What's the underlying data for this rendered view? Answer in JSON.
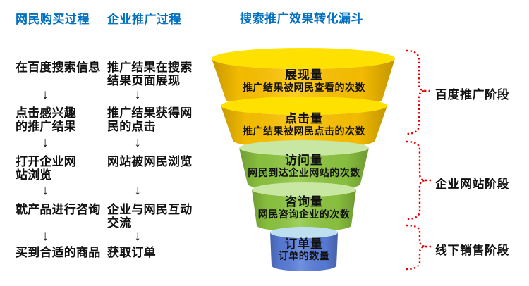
{
  "canvas": {
    "background": "#ffffff"
  },
  "headers": {
    "color": "#0070C0",
    "netizen": "网民购买过程",
    "enterprise": "企业推广过程",
    "funnel": "搜索推广效果转化漏斗"
  },
  "glyphs": {
    "down_arrow": "↓"
  },
  "columns": {
    "netizen": {
      "steps": [
        "在百度搜索信息",
        "点击感兴趣\n的推广结果",
        "打开企业网\n站浏览",
        "就产品进行咨询",
        "买到合适的商品"
      ]
    },
    "enterprise": {
      "steps": [
        "推广结果在搜索\n结果页面展现",
        "推广结果获得网\n民的点击",
        "网站被网民浏览",
        "企业与网民互动\n交流",
        "获取订单"
      ]
    }
  },
  "funnel": {
    "layers": [
      {
        "name": "展现量",
        "desc": "推广结果被网民查看的次数",
        "top_color": "#FFE100",
        "body_color": "#FFC400"
      },
      {
        "name": "点击量",
        "desc": "推广结果被网民点击的次数",
        "top_color": "#FFE100",
        "body_color": "#FFC400"
      },
      {
        "name": "访问量",
        "desc": "网民到达企业网站的次数",
        "top_color": "#C8E7A2",
        "body_color": "#8FC841"
      },
      {
        "name": "咨询量",
        "desc": "网民咨询企业的次数",
        "top_color": "#C8E7A2",
        "body_color": "#8FC841"
      },
      {
        "name": "订单量",
        "desc": "订单的数量",
        "top_color": "#BEDFF0",
        "body_color": "#5A7EDC"
      }
    ]
  },
  "stages": {
    "bracket_color": "#E60000",
    "items": [
      {
        "label": "百度推广阶段"
      },
      {
        "label": "企业网站阶段"
      },
      {
        "label": "线下销售阶段"
      }
    ]
  }
}
